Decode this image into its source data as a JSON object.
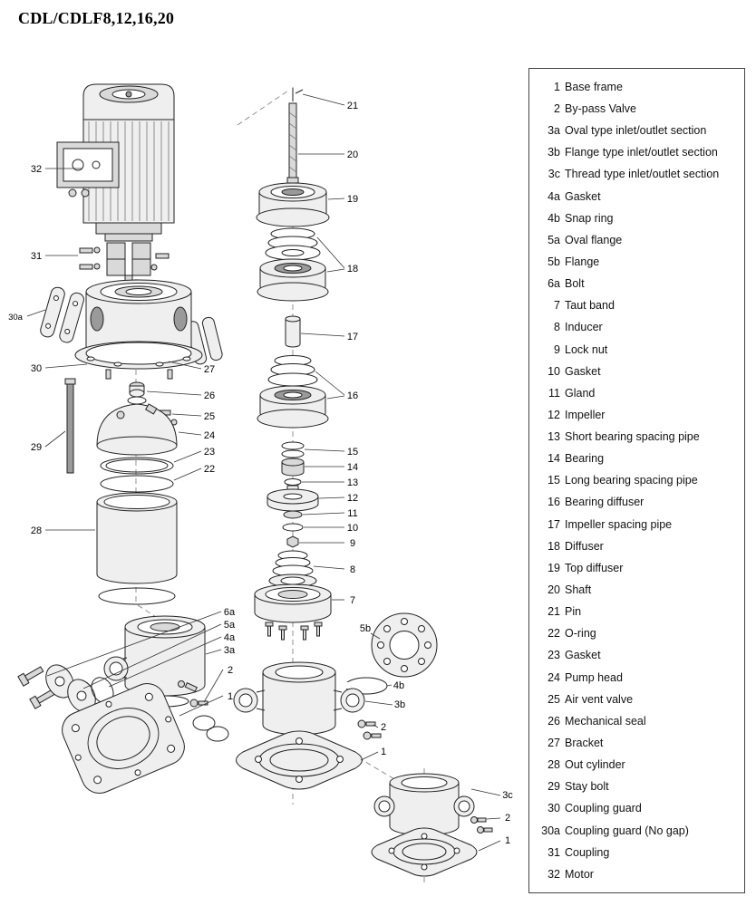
{
  "title": "CDL/CDLF8,12,16,20",
  "parts_list": {
    "items": [
      {
        "num": "1",
        "label": "Base frame"
      },
      {
        "num": "2",
        "label": "By-pass Valve"
      },
      {
        "num": "3a",
        "label": "Oval type inlet/outlet section"
      },
      {
        "num": "3b",
        "label": "Flange type inlet/outlet section"
      },
      {
        "num": "3c",
        "label": "Thread type inlet/outlet section"
      },
      {
        "num": "4a",
        "label": "Gasket"
      },
      {
        "num": "4b",
        "label": "Snap ring"
      },
      {
        "num": "5a",
        "label": "Oval flange"
      },
      {
        "num": "5b",
        "label": "Flange"
      },
      {
        "num": "6a",
        "label": "Bolt"
      },
      {
        "num": "7",
        "label": "Taut band"
      },
      {
        "num": "8",
        "label": "Inducer"
      },
      {
        "num": "9",
        "label": "Lock nut"
      },
      {
        "num": "10",
        "label": "Gasket"
      },
      {
        "num": "11",
        "label": "Gland"
      },
      {
        "num": "12",
        "label": "Impeller"
      },
      {
        "num": "13",
        "label": "Short bearing spacing pipe"
      },
      {
        "num": "14",
        "label": "Bearing"
      },
      {
        "num": "15",
        "label": "Long bearing spacing pipe"
      },
      {
        "num": "16",
        "label": "Bearing diffuser"
      },
      {
        "num": "17",
        "label": "Impeller spacing pipe"
      },
      {
        "num": "18",
        "label": "Diffuser"
      },
      {
        "num": "19",
        "label": "Top diffuser"
      },
      {
        "num": "20",
        "label": "Shaft"
      },
      {
        "num": "21",
        "label": "Pin"
      },
      {
        "num": "22",
        "label": "O-ring"
      },
      {
        "num": "23",
        "label": "Gasket"
      },
      {
        "num": "24",
        "label": "Pump head"
      },
      {
        "num": "25",
        "label": "Air vent valve"
      },
      {
        "num": "26",
        "label": "Mechanical seal"
      },
      {
        "num": "27",
        "label": "Bracket"
      },
      {
        "num": "28",
        "label": "Out cylinder"
      },
      {
        "num": "29",
        "label": "Stay bolt"
      },
      {
        "num": "30",
        "label": "Coupling guard"
      },
      {
        "num": "30a",
        "label": "Coupling guard (No gap)"
      },
      {
        "num": "31",
        "label": "Coupling"
      },
      {
        "num": "32",
        "label": "Motor"
      }
    ]
  },
  "callouts": {
    "motor": "32",
    "coupling": "31",
    "coupling_guard_nogap": "30a",
    "coupling_guard": "30",
    "stay_bolt": "29",
    "out_cylinder": "28",
    "bracket": "27",
    "mechanical_seal": "26",
    "air_vent_valve": "25",
    "pump_head": "24",
    "gasket_23": "23",
    "o_ring_22": "22",
    "bolt_6a": "6a",
    "oval_flange_5a": "5a",
    "gasket_4a": "4a",
    "oval_section_3a": "3a",
    "bypass_valve_left": "2",
    "base_frame_left": "1",
    "pin": "21",
    "shaft": "20",
    "top_diffuser": "19",
    "diffuser": "18",
    "impeller_spacing_pipe": "17",
    "bearing_diffuser": "16",
    "long_bearing_spacing_pipe": "15",
    "bearing": "14",
    "short_bearing_spacing_pipe": "13",
    "impeller": "12",
    "gland": "11",
    "gasket_10": "10",
    "lock_nut": "9",
    "inducer": "8",
    "taut_band": "7",
    "flange_5b": "5b",
    "snap_ring_4b": "4b",
    "flange_section_3b": "3b",
    "bypass_valve_mid": "2",
    "base_frame_mid": "1",
    "thread_section_3c": "3c",
    "bypass_valve_right": "2",
    "base_frame_right": "1"
  }
}
